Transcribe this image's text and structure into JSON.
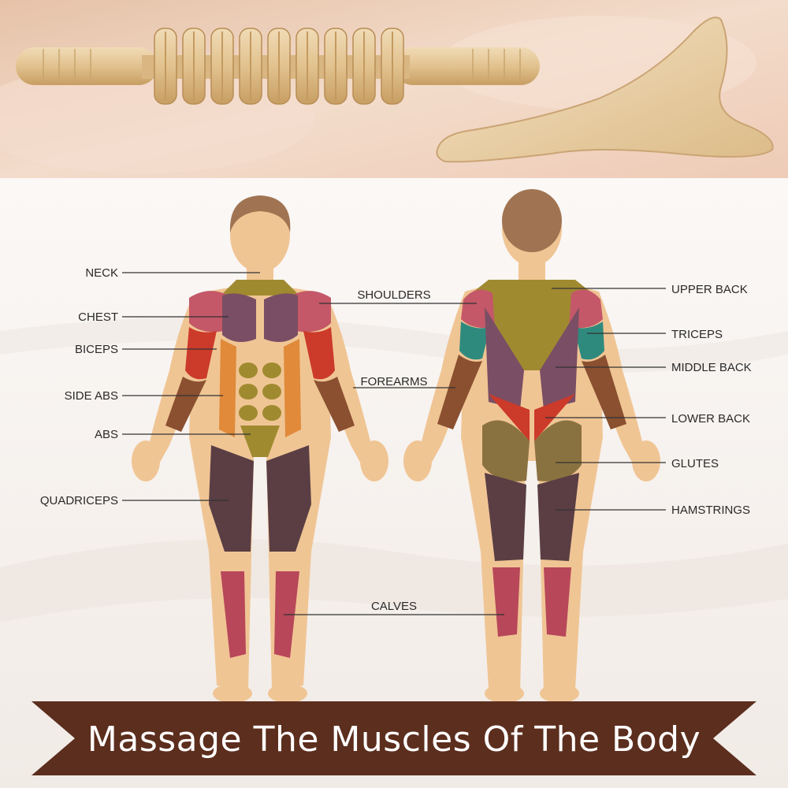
{
  "banner": {
    "text": "Massage The Muscles Of The Body"
  },
  "front_labels": [
    {
      "key": "neck",
      "text": "NECK"
    },
    {
      "key": "chest",
      "text": "CHEST"
    },
    {
      "key": "biceps",
      "text": "BICEPS"
    },
    {
      "key": "side-abs",
      "text": "SIDE ABS"
    },
    {
      "key": "abs",
      "text": "ABS"
    },
    {
      "key": "quadriceps",
      "text": "QUADRICEPS"
    }
  ],
  "middle_labels": [
    {
      "key": "shoulders",
      "text": "SHOULDERS"
    },
    {
      "key": "forearms",
      "text": "FOREARMS"
    },
    {
      "key": "calves",
      "text": "CALVES"
    }
  ],
  "back_labels": [
    {
      "key": "upper-back",
      "text": "UPPER BACK"
    },
    {
      "key": "triceps",
      "text": "TRICEPS"
    },
    {
      "key": "middle-back",
      "text": "MIDDLE BACK"
    },
    {
      "key": "lower-back",
      "text": "LOWER BACK"
    },
    {
      "key": "glutes",
      "text": "GLUTES"
    },
    {
      "key": "hamstrings",
      "text": "HAMSTRINGS"
    }
  ],
  "colors": {
    "skin": "#f0c594",
    "hair": "#a07452",
    "muscle_rose": "#c45868",
    "muscle_plum": "#7a4e64",
    "muscle_orange": "#e08a3a",
    "muscle_red": "#cc3a2a",
    "muscle_olive": "#a08a30",
    "muscle_teal": "#2f8a7e",
    "muscle_brown": "#8a5030",
    "muscle_dark": "#5a3e44",
    "banner": "#5c2e1e",
    "wood": "#e2c496"
  }
}
